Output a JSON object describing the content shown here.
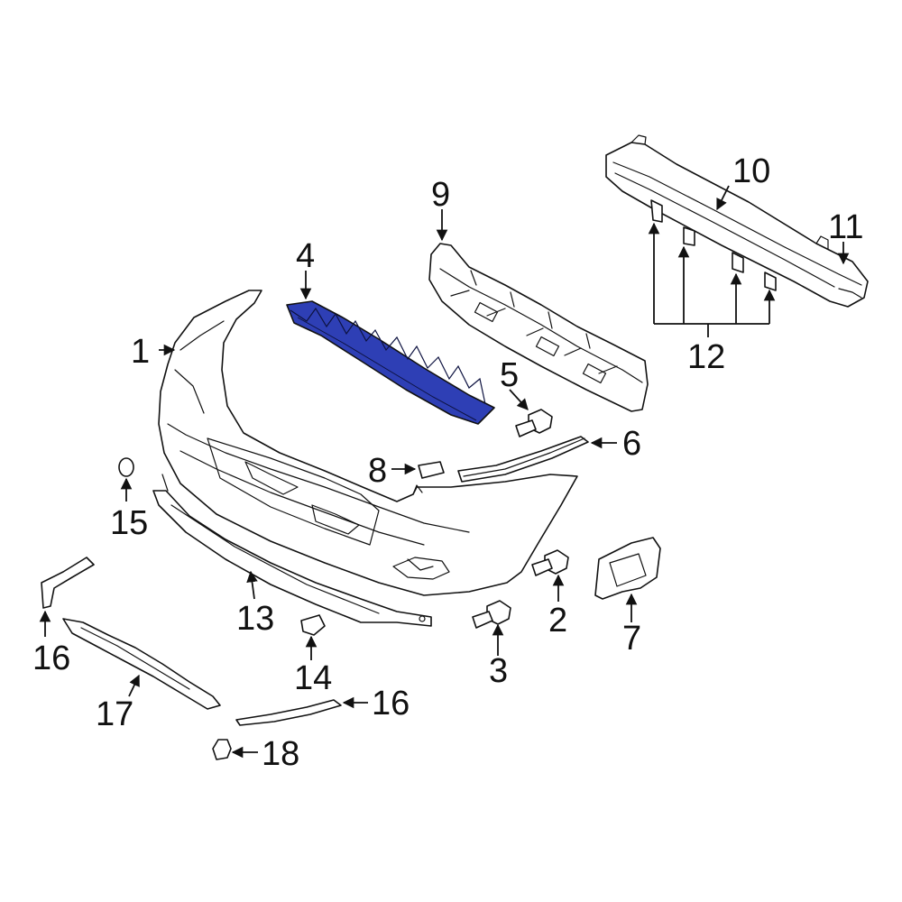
{
  "diagram": {
    "highlight_color": "#2e3fb5",
    "line_color": "#111111",
    "background": "#ffffff",
    "callouts": {
      "c1": "1",
      "c2": "2",
      "c3": "3",
      "c4": "4",
      "c5": "5",
      "c6": "6",
      "c7": "7",
      "c8": "8",
      "c9": "9",
      "c10": "10",
      "c11": "11",
      "c12": "12",
      "c13": "13",
      "c14": "14",
      "c15": "15",
      "c16a": "16",
      "c16b": "16",
      "c17": "17",
      "c18": "18"
    }
  }
}
